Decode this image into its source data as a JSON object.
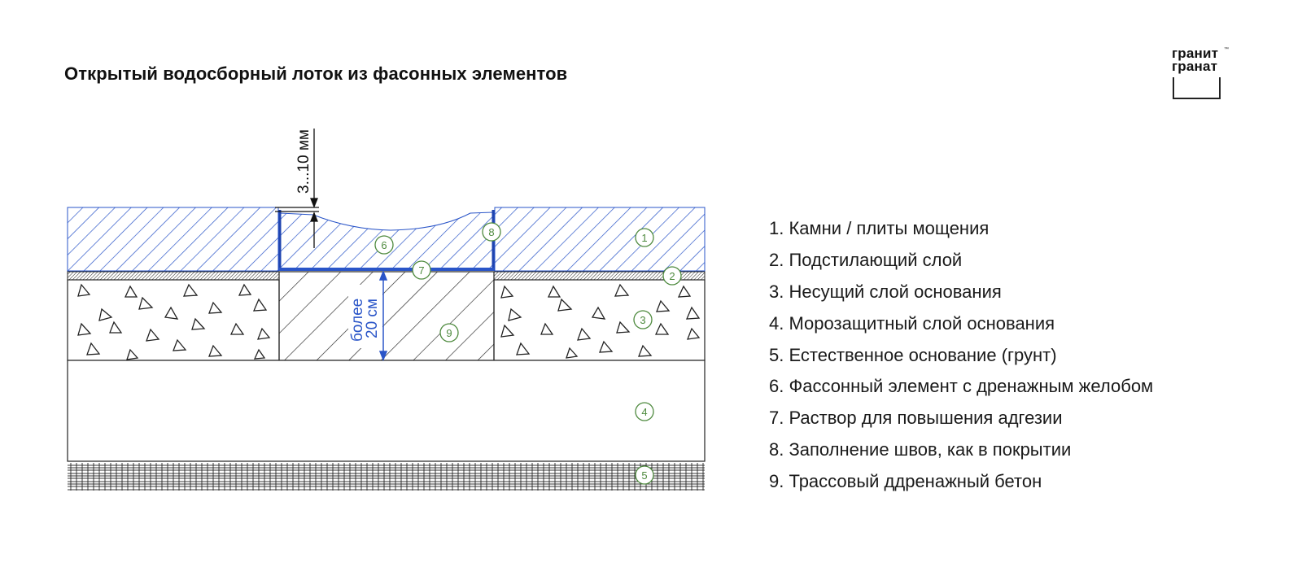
{
  "title": "Открытый водосборный лоток из фасонных элементов",
  "logo": {
    "line1": "гранит",
    "line2": "гранат",
    "mark": "™"
  },
  "diagram": {
    "dimension_top": "3...10 мм",
    "dimension_depth_line1": "более",
    "dimension_depth_line2": "20 см",
    "markers": [
      "1",
      "2",
      "3",
      "4",
      "5",
      "6",
      "7",
      "8",
      "9"
    ]
  },
  "legend": [
    {
      "num": "1.",
      "text": "Камни / плиты мощения"
    },
    {
      "num": "2.",
      "text": "Подстилающий слой"
    },
    {
      "num": "3.",
      "text": "Несущий слой основания"
    },
    {
      "num": "4.",
      "text": "Морозащитный слой основания"
    },
    {
      "num": "5.",
      "text": "Естественное основание (грунт)"
    },
    {
      "num": "6.",
      "text": "Фассонный элемент с дренажным желобом"
    },
    {
      "num": "7.",
      "text": "Раствор для повышения адгезии"
    },
    {
      "num": "8.",
      "text": "Заполнение швов, как в покрытии"
    },
    {
      "num": "9.",
      "text": "Трассовый ддренажный бетон"
    }
  ],
  "colors": {
    "hatch_blue": "#2a55c8",
    "marker_green": "#4e8a3e",
    "line": "#222222"
  }
}
